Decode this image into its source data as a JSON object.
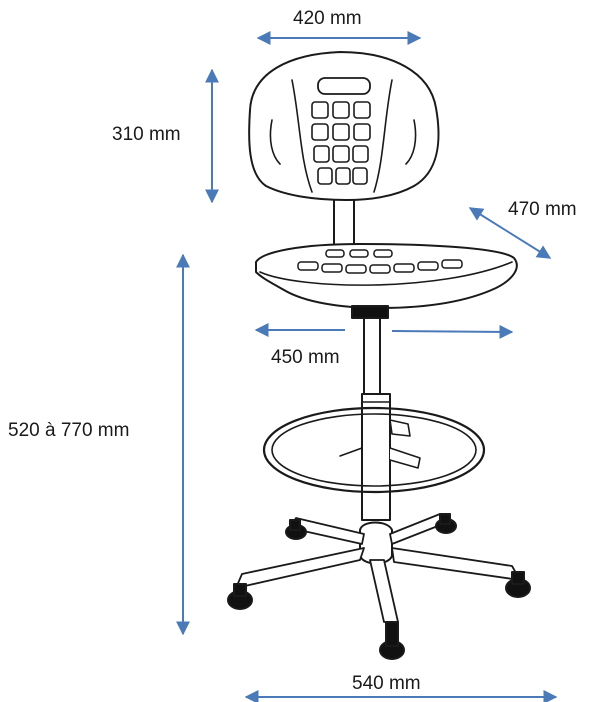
{
  "colors": {
    "arrow": "#4a7ab8",
    "outline": "#1a1a1a",
    "fill": "#ffffff",
    "dark": "#111111"
  },
  "dimensions": {
    "backrest_width": "420 mm",
    "backrest_height": "310 mm",
    "seat_depth": "470 mm",
    "seat_width": "450 mm",
    "seat_height": "520 à 770 mm",
    "base_diameter": "540 mm"
  }
}
